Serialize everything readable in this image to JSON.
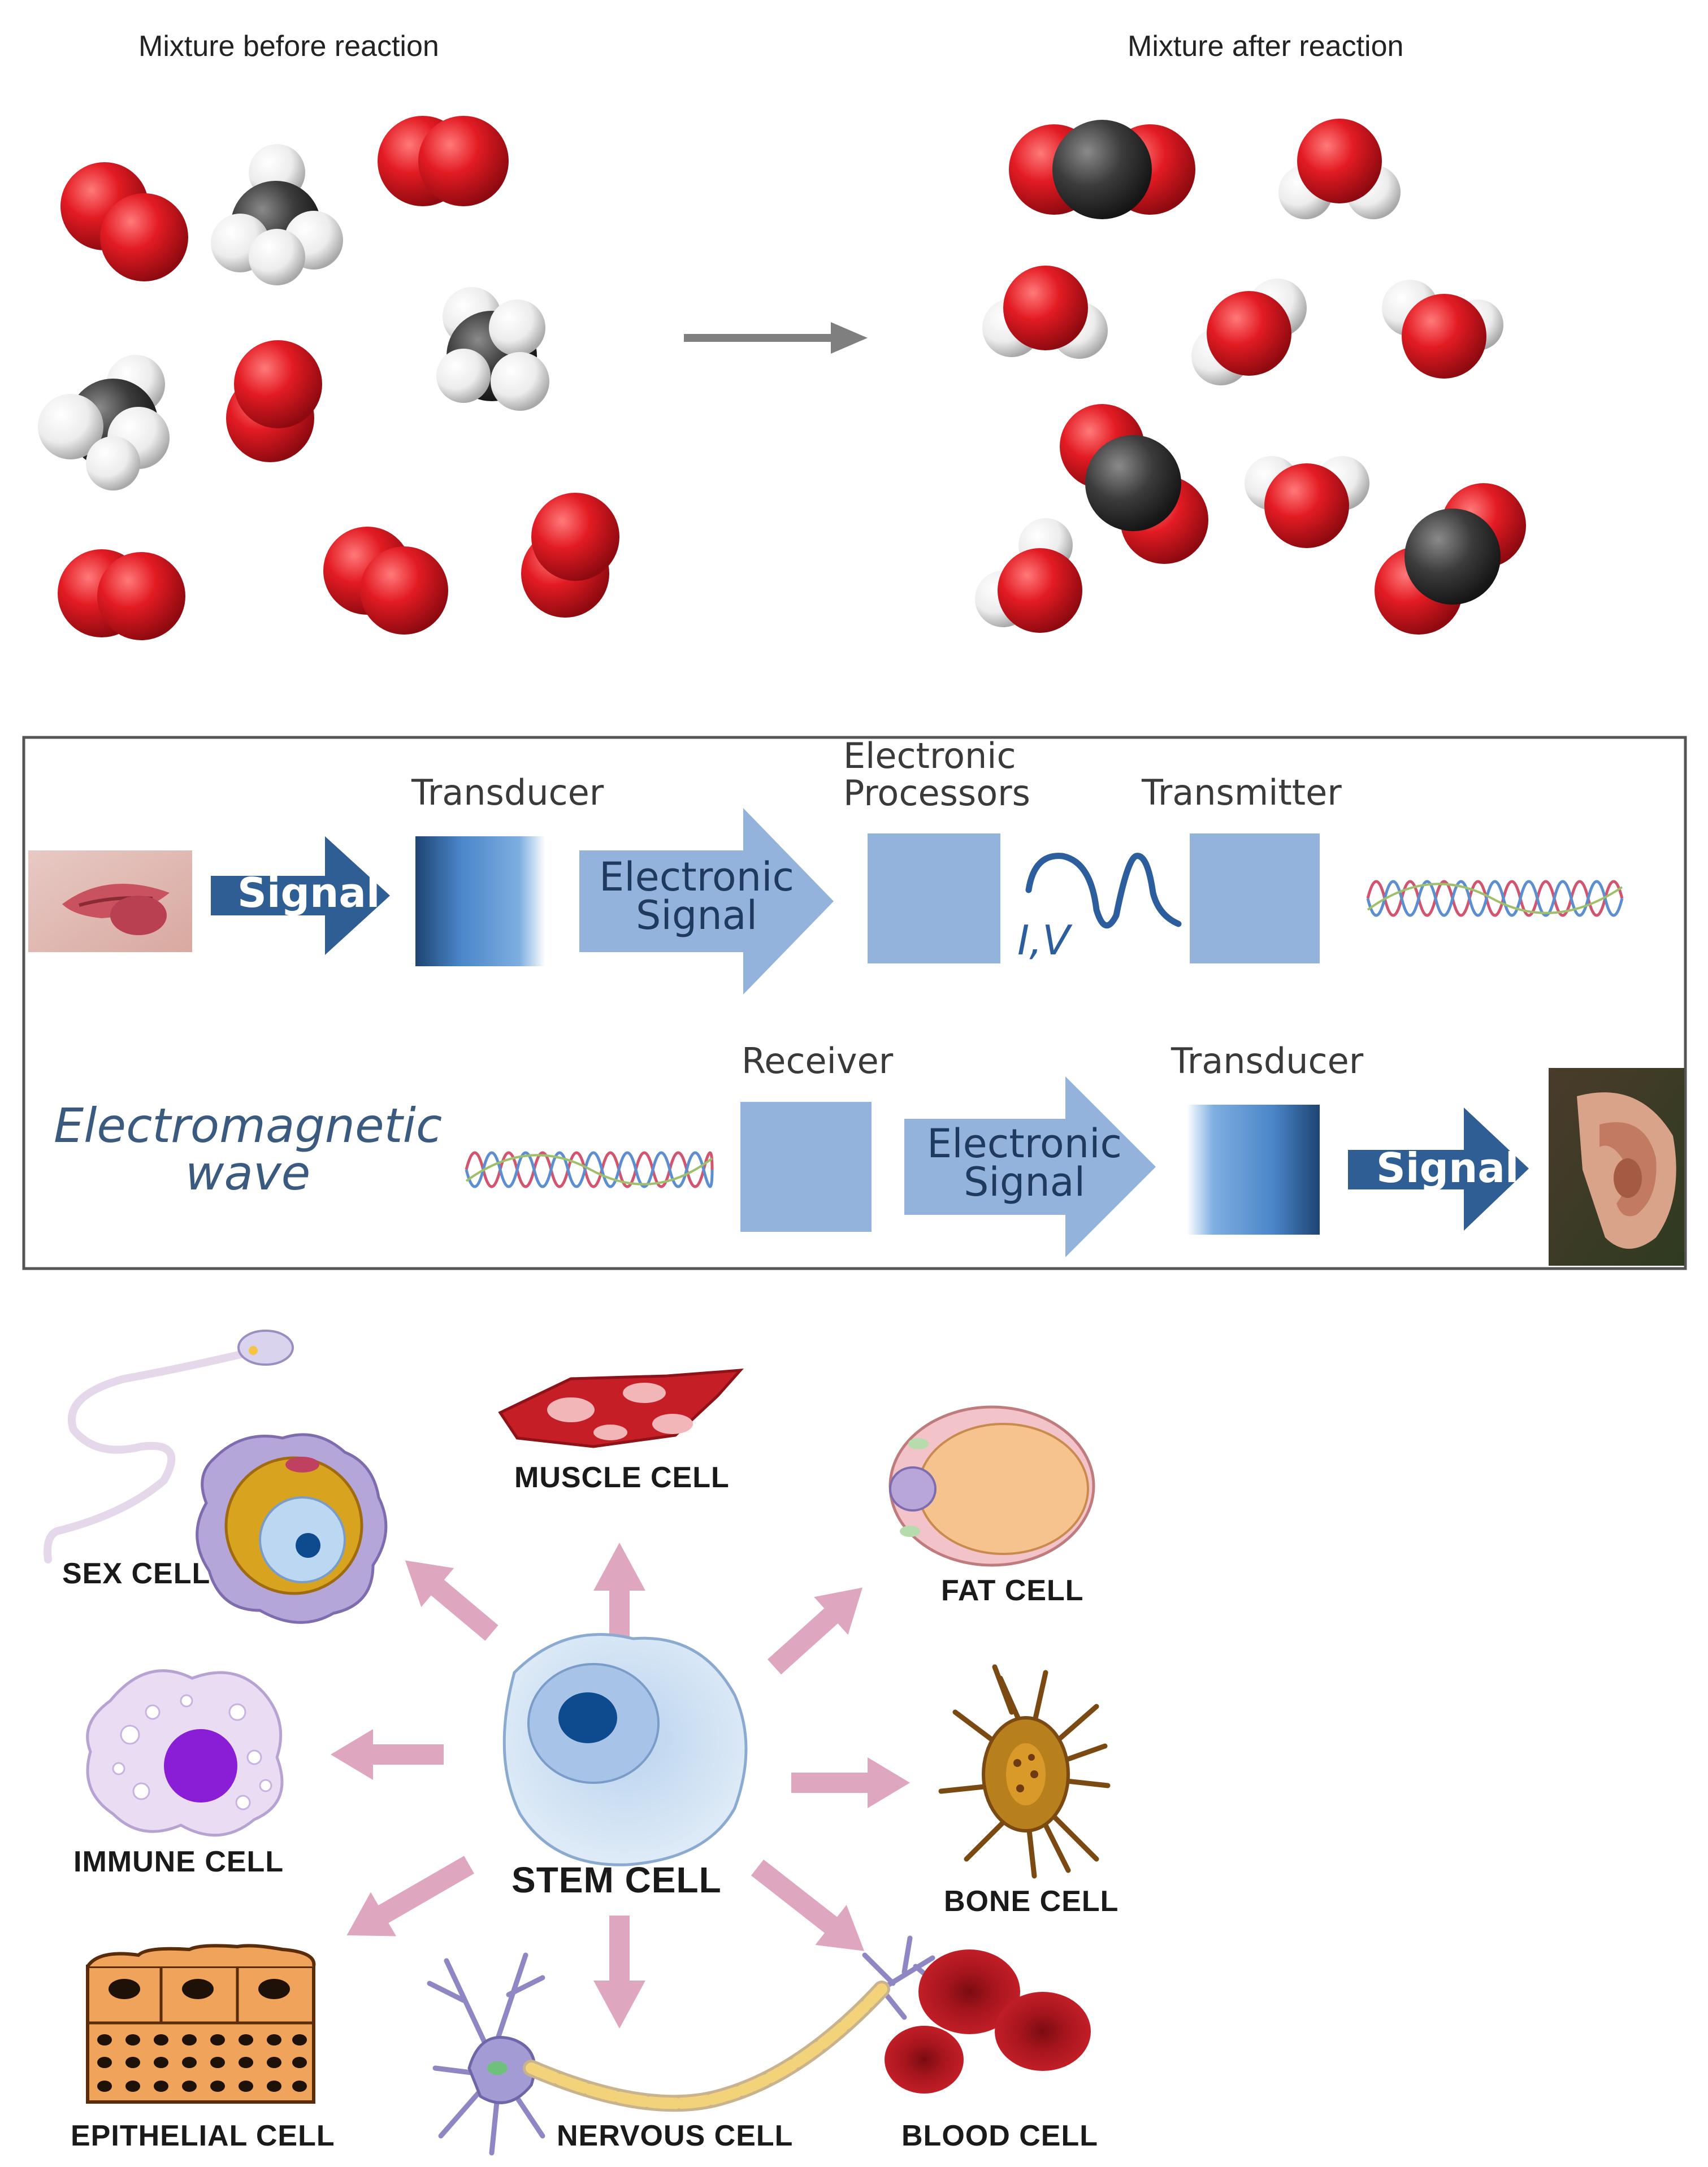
{
  "reaction": {
    "before_label": "Mixture before reaction",
    "after_label": "Mixture after reaction"
  },
  "communication": {
    "top_row": {
      "signal_label": "Signal",
      "transducer_label": "Transducer",
      "electronic_signal_label": [
        "Electronic",
        "Signal"
      ],
      "processors_label": [
        "Electronic",
        "Processors"
      ],
      "iv_label": "I,V",
      "transmitter_label": "Transmitter"
    },
    "bottom_row": {
      "em_wave_label": [
        "Electromagnetic",
        "wave"
      ],
      "receiver_label": "Receiver",
      "electronic_signal_label": [
        "Electronic",
        "Signal"
      ],
      "transducer_label": "Transducer",
      "signal_label": "Signal"
    }
  },
  "cells": {
    "center": "STEM CELL",
    "muscle": "MUSCLE CELL",
    "fat": "FAT CELL",
    "sex": "SEX CELL",
    "immune": "IMMUNE CELL",
    "bone": "BONE CELL",
    "epithelial": "EPITHELIAL CELL",
    "nervous": "NERVOUS CELL",
    "blood": "BLOOD CELL"
  },
  "colors": {
    "oxygen": "#e0202a",
    "carbon": "#3a3a3a",
    "hydrogen": "#f2f2f2",
    "arrow_blue": "#2f5e95",
    "light_blue": "#94b3dc",
    "pink_arrow": "#dfa7bf"
  }
}
